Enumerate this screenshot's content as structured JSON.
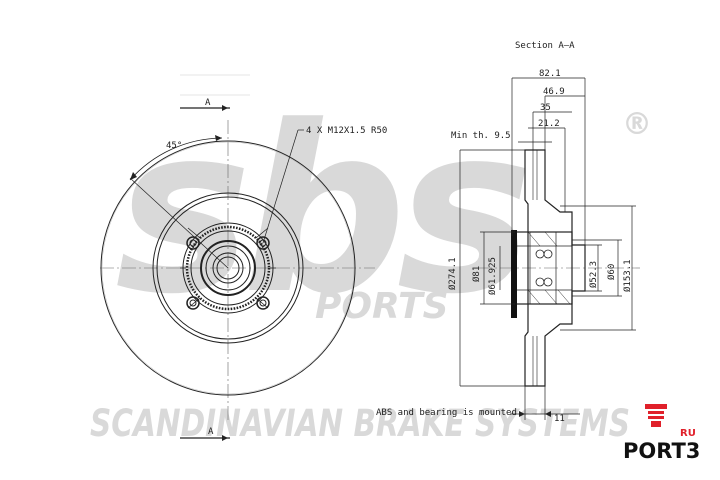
{
  "front_view": {
    "section_marker_top": "A",
    "section_marker_bottom": "A",
    "angle_label": "45°",
    "thread_label": "4 X M12X1.5 R50"
  },
  "section_view": {
    "title": "Section A–A",
    "min_thickness": "Min th. 9.5",
    "dims_top": [
      "82.1",
      "46.9",
      "35",
      "21.2"
    ],
    "dims_vertical": [
      "Ø274.1",
      "Ø81",
      "Ø61.925",
      "Ø52.3",
      "Ø60",
      "Ø153.1"
    ],
    "note": "ABS and bearing is mounted",
    "offset_dim": "11"
  },
  "watermark": {
    "logo": "sbs",
    "sub": "PORTS",
    "registered": "®",
    "tagline": "SCANDINAVIAN BRAKE SYSTEMS"
  },
  "brand": {
    "name": "PORT3",
    "suffix": "RU",
    "accent_color": "#e0202a"
  }
}
